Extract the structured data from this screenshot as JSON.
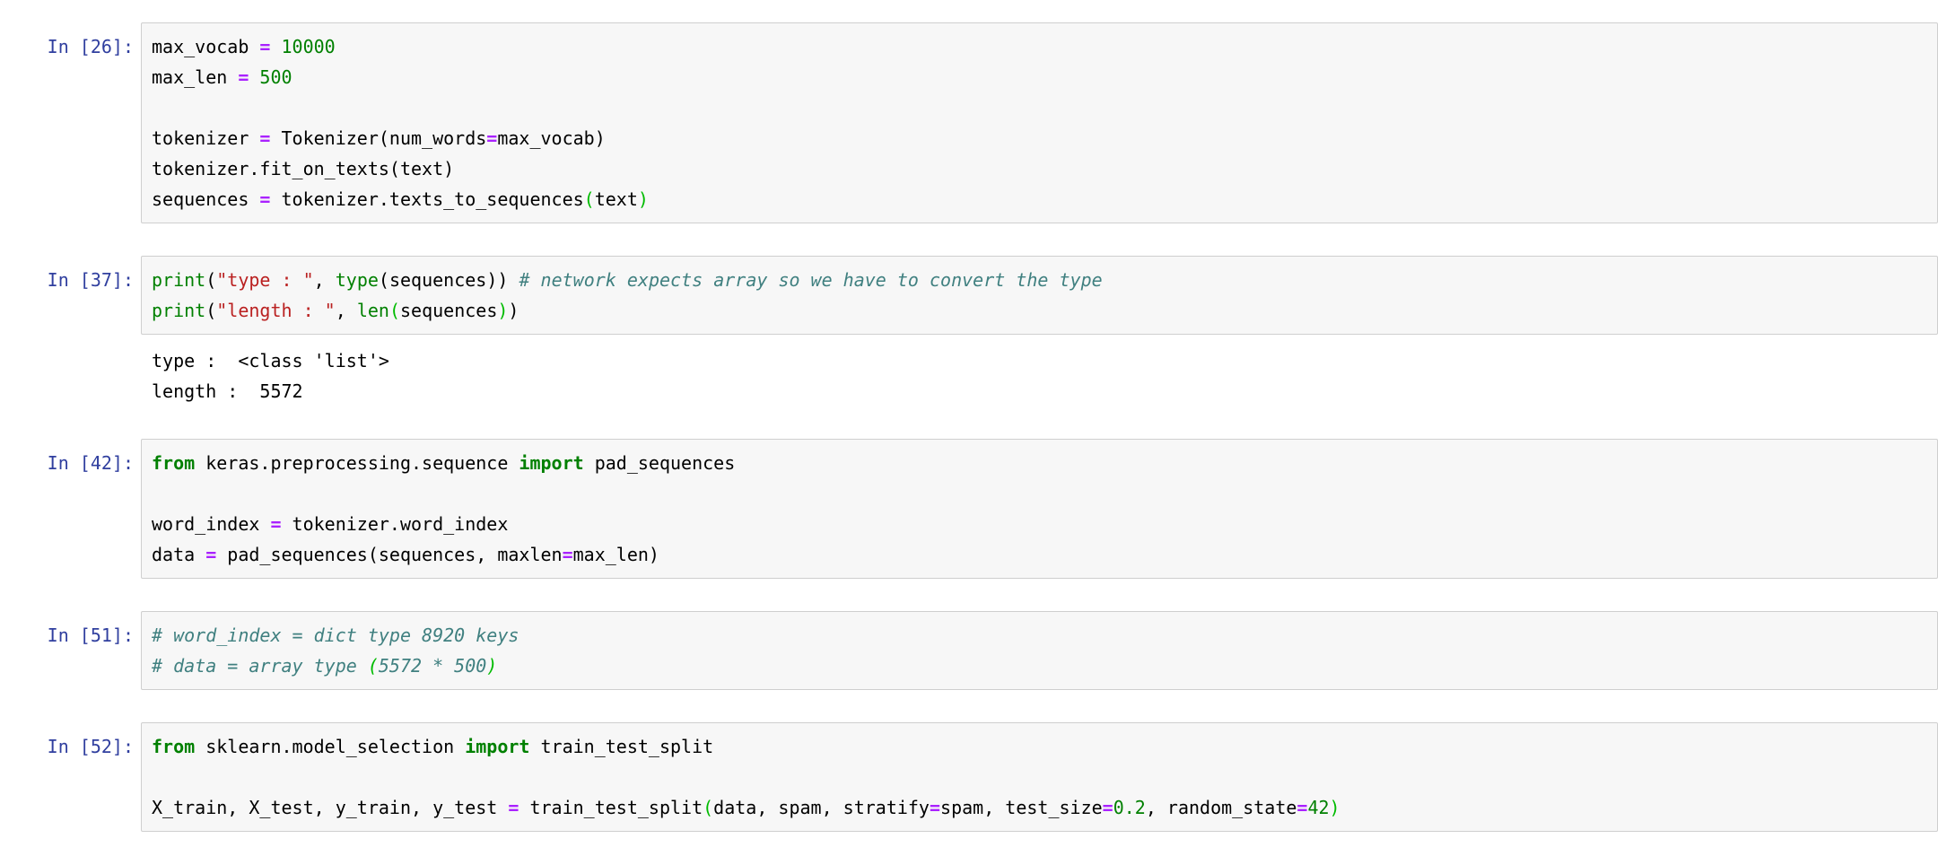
{
  "app": {
    "name": "jupyter-notebook"
  },
  "colors": {
    "page_bg": "#ffffff",
    "cell_bg": "#f7f7f7",
    "cell_border": "#cfcfcf",
    "prompt": "#303F9F",
    "keyword": "#008000",
    "builtin": "#008000",
    "string": "#BA2121",
    "number": "#008000",
    "operator": "#AA22FF",
    "comment": "#408080",
    "bracket_match": "#00BB00",
    "text": "#000000"
  },
  "cells": [
    {
      "type": "code",
      "prompt": "In [26]:",
      "lines": [
        [
          {
            "t": "max_vocab ",
            "s": "pl"
          },
          {
            "t": "=",
            "s": "op"
          },
          {
            "t": " ",
            "s": "pl"
          },
          {
            "t": "10000",
            "s": "num"
          }
        ],
        [
          {
            "t": "max_len ",
            "s": "pl"
          },
          {
            "t": "=",
            "s": "op"
          },
          {
            "t": " ",
            "s": "pl"
          },
          {
            "t": "500",
            "s": "num"
          }
        ],
        [],
        [
          {
            "t": "tokenizer ",
            "s": "pl"
          },
          {
            "t": "=",
            "s": "op"
          },
          {
            "t": " Tokenizer(num_words",
            "s": "pl"
          },
          {
            "t": "=",
            "s": "op"
          },
          {
            "t": "max_vocab)",
            "s": "pl"
          }
        ],
        [
          {
            "t": "tokenizer.fit_on_texts(text)",
            "s": "pl"
          }
        ],
        [
          {
            "t": "sequences ",
            "s": "pl"
          },
          {
            "t": "=",
            "s": "op"
          },
          {
            "t": " tokenizer.texts_to_sequences",
            "s": "pl"
          },
          {
            "t": "(",
            "s": "br"
          },
          {
            "t": "text",
            "s": "pl"
          },
          {
            "t": ")",
            "s": "br"
          }
        ]
      ],
      "outputs": []
    },
    {
      "type": "code",
      "prompt": "In [37]:",
      "lines": [
        [
          {
            "t": "print",
            "s": "bi"
          },
          {
            "t": "(",
            "s": "pl"
          },
          {
            "t": "\"type : \"",
            "s": "str"
          },
          {
            "t": ", ",
            "s": "pl"
          },
          {
            "t": "type",
            "s": "bi"
          },
          {
            "t": "(sequences)) ",
            "s": "pl"
          },
          {
            "t": "# network expects array so we have to convert the type",
            "s": "cm"
          }
        ],
        [
          {
            "t": "print",
            "s": "bi"
          },
          {
            "t": "(",
            "s": "pl"
          },
          {
            "t": "\"length : \"",
            "s": "str"
          },
          {
            "t": ", ",
            "s": "pl"
          },
          {
            "t": "len",
            "s": "bi"
          },
          {
            "t": "(",
            "s": "br"
          },
          {
            "t": "sequences",
            "s": "pl"
          },
          {
            "t": ")",
            "s": "br"
          },
          {
            "t": ")",
            "s": "pl"
          }
        ]
      ],
      "outputs": [
        "type :  <class 'list'>",
        "length :  5572"
      ]
    },
    {
      "type": "code",
      "prompt": "In [42]:",
      "lines": [
        [
          {
            "t": "from",
            "s": "kw"
          },
          {
            "t": " keras.preprocessing.sequence ",
            "s": "pl"
          },
          {
            "t": "import",
            "s": "kw"
          },
          {
            "t": " pad_sequences",
            "s": "pl"
          }
        ],
        [],
        [
          {
            "t": "word_index ",
            "s": "pl"
          },
          {
            "t": "=",
            "s": "op"
          },
          {
            "t": " tokenizer.word_index",
            "s": "pl"
          }
        ],
        [
          {
            "t": "data ",
            "s": "pl"
          },
          {
            "t": "=",
            "s": "op"
          },
          {
            "t": " pad_sequences(sequences, maxlen",
            "s": "pl"
          },
          {
            "t": "=",
            "s": "op"
          },
          {
            "t": "max_len)",
            "s": "pl"
          }
        ]
      ],
      "outputs": []
    },
    {
      "type": "code",
      "prompt": "In [51]:",
      "lines": [
        [
          {
            "t": "# word_index = dict type 8920 keys",
            "s": "cm"
          }
        ],
        [
          {
            "t": "# data = array type ",
            "s": "cm"
          },
          {
            "t": "(",
            "s": "brc"
          },
          {
            "t": "5572 * 500",
            "s": "cm"
          },
          {
            "t": ")",
            "s": "brc"
          }
        ]
      ],
      "outputs": []
    },
    {
      "type": "code",
      "prompt": "In [52]:",
      "lines": [
        [
          {
            "t": "from",
            "s": "kw"
          },
          {
            "t": " sklearn.model_selection ",
            "s": "pl"
          },
          {
            "t": "import",
            "s": "kw"
          },
          {
            "t": " train_test_split",
            "s": "pl"
          }
        ],
        [],
        [
          {
            "t": "X_train, X_test, y_train, y_test ",
            "s": "pl"
          },
          {
            "t": "=",
            "s": "op"
          },
          {
            "t": " train_test_split",
            "s": "pl"
          },
          {
            "t": "(",
            "s": "br"
          },
          {
            "t": "data, spam, stratify",
            "s": "pl"
          },
          {
            "t": "=",
            "s": "op"
          },
          {
            "t": "spam, test_size",
            "s": "pl"
          },
          {
            "t": "=",
            "s": "op"
          },
          {
            "t": "0.2",
            "s": "num"
          },
          {
            "t": ", random_state",
            "s": "pl"
          },
          {
            "t": "=",
            "s": "op"
          },
          {
            "t": "42",
            "s": "num"
          },
          {
            "t": ")",
            "s": "br"
          }
        ]
      ],
      "outputs": []
    }
  ]
}
